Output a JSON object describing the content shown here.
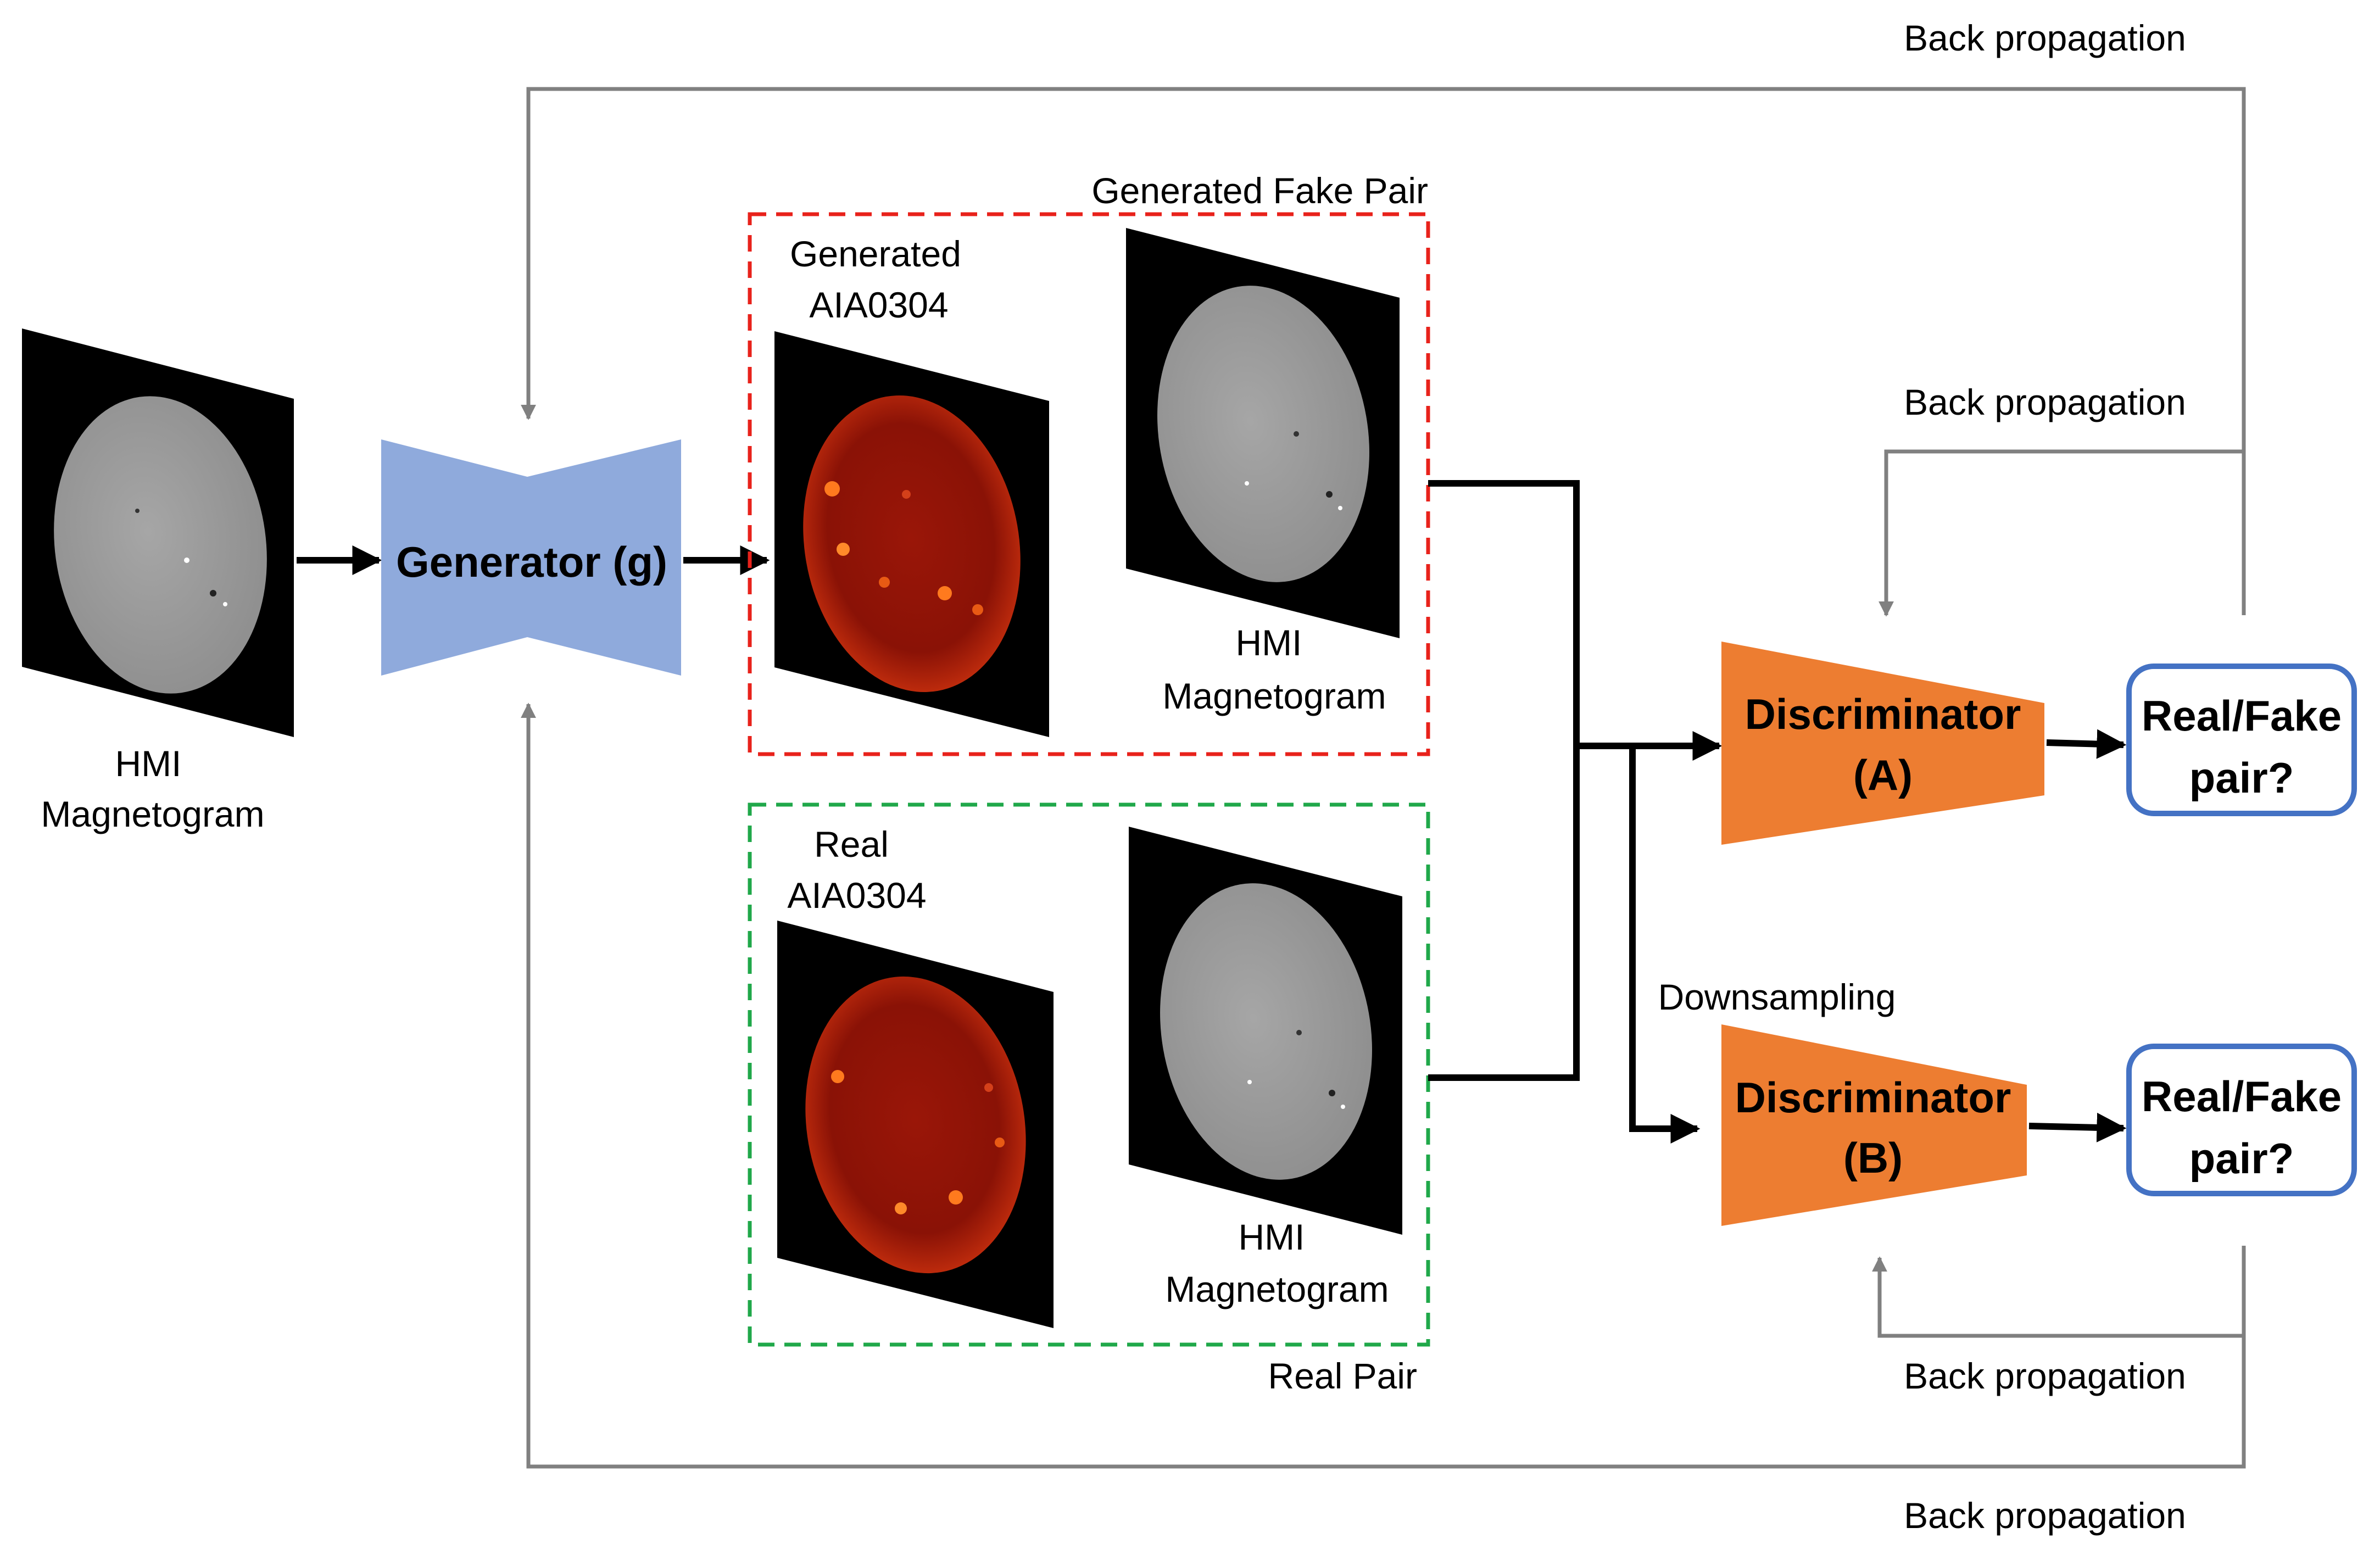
{
  "labels": {
    "input_line1": "HMI",
    "input_line2": "Magnetogram",
    "generator": "Generator (g)",
    "fake_pair_title": "Generated Fake Pair",
    "generated_line1": "Generated",
    "generated_line2": "AIA0304",
    "fake_hmi_line1": "HMI",
    "fake_hmi_line2": "Magnetogram",
    "real_line1": "Real",
    "real_line2": "AIA0304",
    "real_hmi_line1": "HMI",
    "real_hmi_line2": "Magnetogram",
    "real_pair_title": "Real Pair",
    "disc_a_line1": "Discriminator",
    "disc_a_line2": "(A)",
    "disc_b_line1": "Discriminator",
    "disc_b_line2": "(B)",
    "downsampling": "Downsampling",
    "out_a_line1": "Real/Fake",
    "out_a_line2": "pair?",
    "out_b_line1": "Real/Fake",
    "out_b_line2": "pair?",
    "bp_top": "Back propagation",
    "bp_a": "Back propagation",
    "bp_b": "Back propagation",
    "bp_bottom": "Back propagation"
  },
  "colors": {
    "generator": "#8faadc",
    "discriminator": "#ed7d31",
    "output_border": "#4472c4",
    "fake_box": "#e8221b",
    "real_box": "#20a84a",
    "feedback": "#808080",
    "flow": "#000000"
  }
}
